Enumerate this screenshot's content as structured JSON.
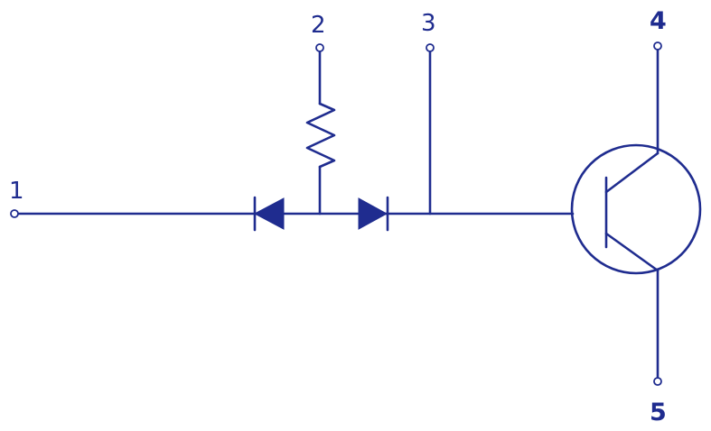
{
  "diagram": {
    "type": "circuit-schematic",
    "line_color": "#1f2c8f",
    "background": "#ffffff",
    "components": [
      {
        "name": "diode-1",
        "kind": "diode"
      },
      {
        "name": "diode-2",
        "kind": "diode"
      },
      {
        "name": "resistor",
        "kind": "resistor"
      },
      {
        "name": "transistor",
        "kind": "npn-transistor"
      }
    ],
    "pins": [
      {
        "id": "pin1",
        "label": "1"
      },
      {
        "id": "pin2",
        "label": "2"
      },
      {
        "id": "pin3",
        "label": "3"
      },
      {
        "id": "pin4",
        "label": "4"
      },
      {
        "id": "pin5",
        "label": "5"
      }
    ]
  }
}
